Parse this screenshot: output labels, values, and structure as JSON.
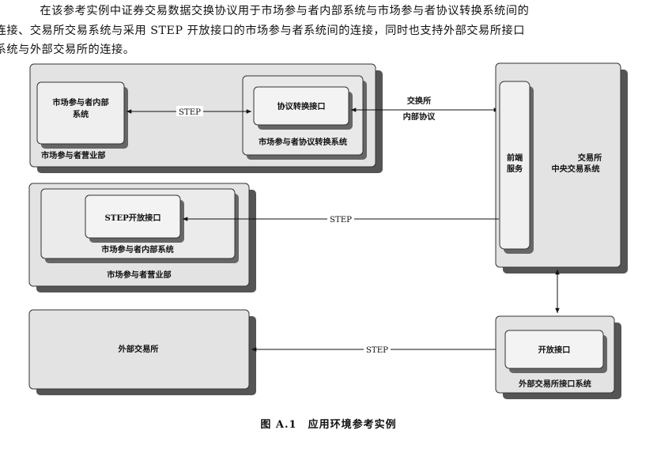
{
  "intro": {
    "line1": "在该参考实例中证券交易数据交换协议用于市场参与者内部系统与市场参与者协议转换系统间的",
    "line2": "连接、交易所交易系统与采用 STEP 开放接口的市场参与者系统间的连接，同时也支持外部交易所接口",
    "line3": "系统与外部交易所的连接。"
  },
  "diagram": {
    "box1": {
      "internal_system_line1": "市场参与者内部",
      "internal_system_line2": "系统",
      "link_label": "STEP",
      "protocol_interface": "协议转换接口",
      "protocol_system": "市场参与者协议转换系统",
      "branch_label": "市场参与者营业部"
    },
    "exchange_protocol_line1": "交换所",
    "exchange_protocol_line2": "内部协议",
    "box2": {
      "step_interface": "STEP开放接口",
      "internal_system": "市场参与者内部系统",
      "branch_label": "市场参与者营业部",
      "link_label": "STEP"
    },
    "exchange": {
      "front_line1": "前端",
      "front_line2": "服务",
      "name_line1": "交易所",
      "name_line2": "中央交易系统"
    },
    "external": {
      "exchange_label": "外部交易所",
      "link_label": "STEP",
      "open_interface": "开放接口",
      "interface_system": "外部交易所接口系统"
    }
  },
  "caption": "图 A.1　应用环境参考实例"
}
